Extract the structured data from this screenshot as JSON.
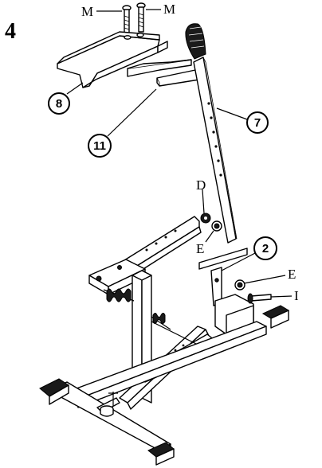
{
  "figure": {
    "step_number": "4",
    "callouts": {
      "part_8": "8",
      "part_11": "11",
      "part_7": "7",
      "part_2": "2"
    },
    "letters": {
      "m_left": "M",
      "m_right": "M",
      "d": "D",
      "e_upper": "E",
      "e_lower": "E",
      "i": "I"
    }
  }
}
